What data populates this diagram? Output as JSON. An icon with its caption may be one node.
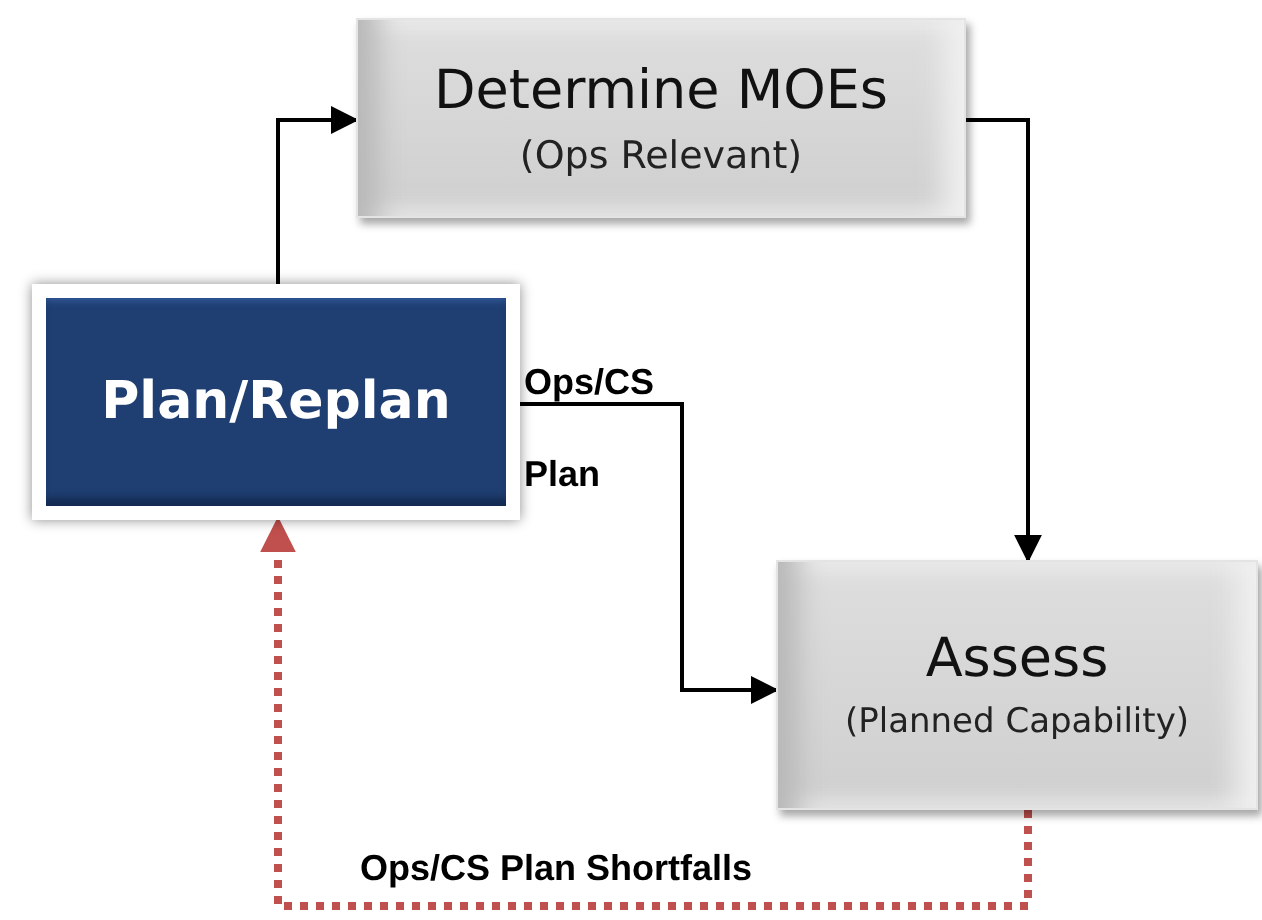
{
  "diagram": {
    "nodes": [
      {
        "text": [
          "Determine MOEs",
          "(Ops Relevant)"
        ]
      },
      {
        "text": [
          "Plan/Replan"
        ]
      },
      {
        "text": [
          "Assess",
          "(Planned Capability)"
        ]
      }
    ],
    "edges": [
      {
        "from": 1,
        "to": 0,
        "arrow": "to"
      },
      {
        "from": 0,
        "to": 2,
        "arrow": "to"
      },
      {
        "from": 1,
        "to": 2,
        "arrow": "to",
        "label": "Ops/CS Plan"
      },
      {
        "from": 2,
        "to": 1,
        "arrow": "to",
        "label": "Ops/CS Plan Shortfalls",
        "style": "dashed",
        "color": "#c0504d"
      }
    ]
  }
}
